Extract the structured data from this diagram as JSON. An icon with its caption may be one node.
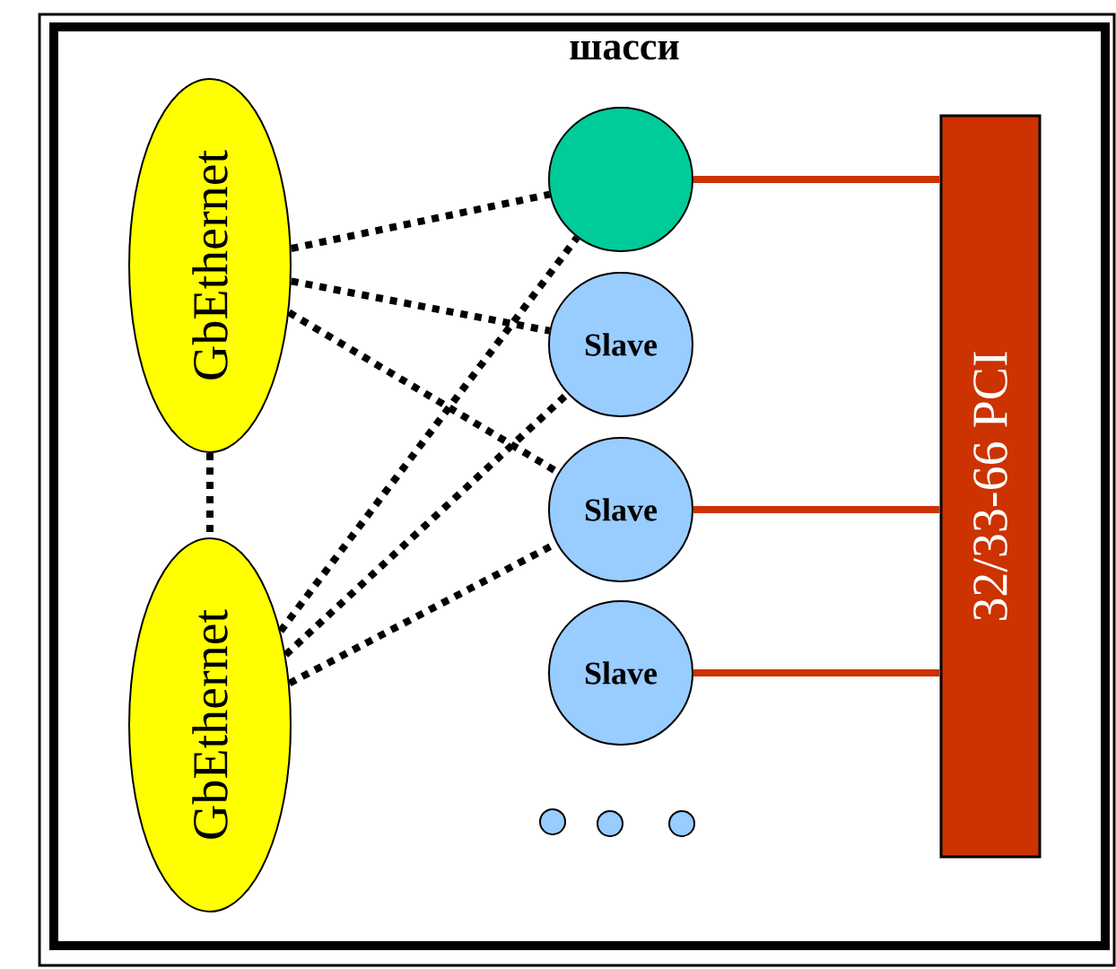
{
  "diagram": {
    "nodes": [
      {
        "text": [
          "шасси"
        ]
      },
      {
        "text": [
          "GbEthernet"
        ],
        "in": 0
      },
      {
        "text": [
          "GbEthernet"
        ],
        "in": 0
      },
      {
        "text": [],
        "shape": "circle",
        "in": 0
      },
      {
        "text": [
          "Slave"
        ],
        "in": 0
      },
      {
        "text": [
          "Slave"
        ],
        "in": 0
      },
      {
        "text": [
          "Slave"
        ],
        "in": 0
      },
      {
        "text": [],
        "shape": "circle",
        "in": 0
      },
      {
        "text": [],
        "shape": "circle",
        "in": 0
      },
      {
        "text": [],
        "shape": "circle",
        "in": 0
      },
      {
        "text": [
          "32/33-66 PCI"
        ],
        "in": 0
      }
    ],
    "edges": [
      {
        "from": 1,
        "to": 2,
        "arrow": "none",
        "style": "dashed"
      },
      {
        "from": 1,
        "to": 3,
        "arrow": "none",
        "style": "dashed"
      },
      {
        "from": 1,
        "to": 4,
        "arrow": "none",
        "style": "dashed"
      },
      {
        "from": 1,
        "to": 5,
        "arrow": "none",
        "style": "dashed"
      },
      {
        "from": 2,
        "to": 3,
        "arrow": "none",
        "style": "dashed"
      },
      {
        "from": 2,
        "to": 4,
        "arrow": "none",
        "style": "dashed"
      },
      {
        "from": 2,
        "to": 5,
        "arrow": "none",
        "style": "dashed"
      },
      {
        "from": 3,
        "to": 10,
        "arrow": "none",
        "color": "#cc3300"
      },
      {
        "from": 5,
        "to": 10,
        "arrow": "none",
        "color": "#cc3300"
      },
      {
        "from": 6,
        "to": 10,
        "arrow": "none",
        "color": "#cc3300"
      }
    ]
  }
}
